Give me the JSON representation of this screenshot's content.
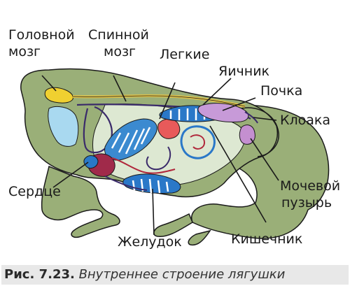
{
  "labels": {
    "brain": [
      "Головной",
      "мозг"
    ],
    "spinal_cord": [
      "Спинной",
      "мозг"
    ],
    "lungs": "Легкие",
    "ovary": "Яичник",
    "kidney": "Почка",
    "cloaca": "Клоака",
    "heart": "Сердце",
    "bladder": [
      "Мочевой",
      "пузырь"
    ],
    "stomach": "Желудок",
    "intestine": "Кишечник"
  },
  "caption": {
    "number": "Рис. 7.23.",
    "text": "Внутреннее строение лягушки"
  },
  "colors": {
    "body": "#9aaf78",
    "body_outline": "#1a1a1a",
    "gut": "#dde8d2",
    "blue_organ": "#a9d9f0",
    "spine": "#e0c24a",
    "brain": "#f0d030",
    "vessel_dark": "#3a2a6a",
    "vessel_red": "#b0263a",
    "vessel_blue": "#2a78c8",
    "lung": "#3b8ad0",
    "heart": "#a02a4a",
    "kidney": "#c79ad8",
    "ovary": "#e85a5a",
    "bladder": "#c48fd0"
  }
}
